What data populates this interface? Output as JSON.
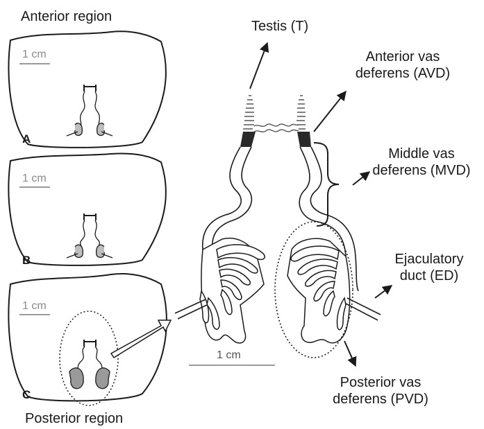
{
  "figure": {
    "region_top": "Anterior region",
    "region_bottom": "Posterior region",
    "panels": [
      "A",
      "B",
      "C"
    ],
    "scale_small": "1 cm",
    "scale_large": "1 cm"
  },
  "labels": {
    "testis": "Testis (T)",
    "avd_line1": "Anterior vas",
    "avd_line2": "deferens (AVD)",
    "mvd_line1": "Middle vas",
    "mvd_line2": "deferens (MVD)",
    "ed_line1": "Ejaculatory",
    "ed_line2": "duct (ED)",
    "pvd_line1": "Posterior vas",
    "pvd_line2": "deferens (PVD)"
  },
  "colors": {
    "ink": "#1a1a1a",
    "scale_bar": "#9a9a9a",
    "tissue_fill": "#f4f4f4"
  }
}
